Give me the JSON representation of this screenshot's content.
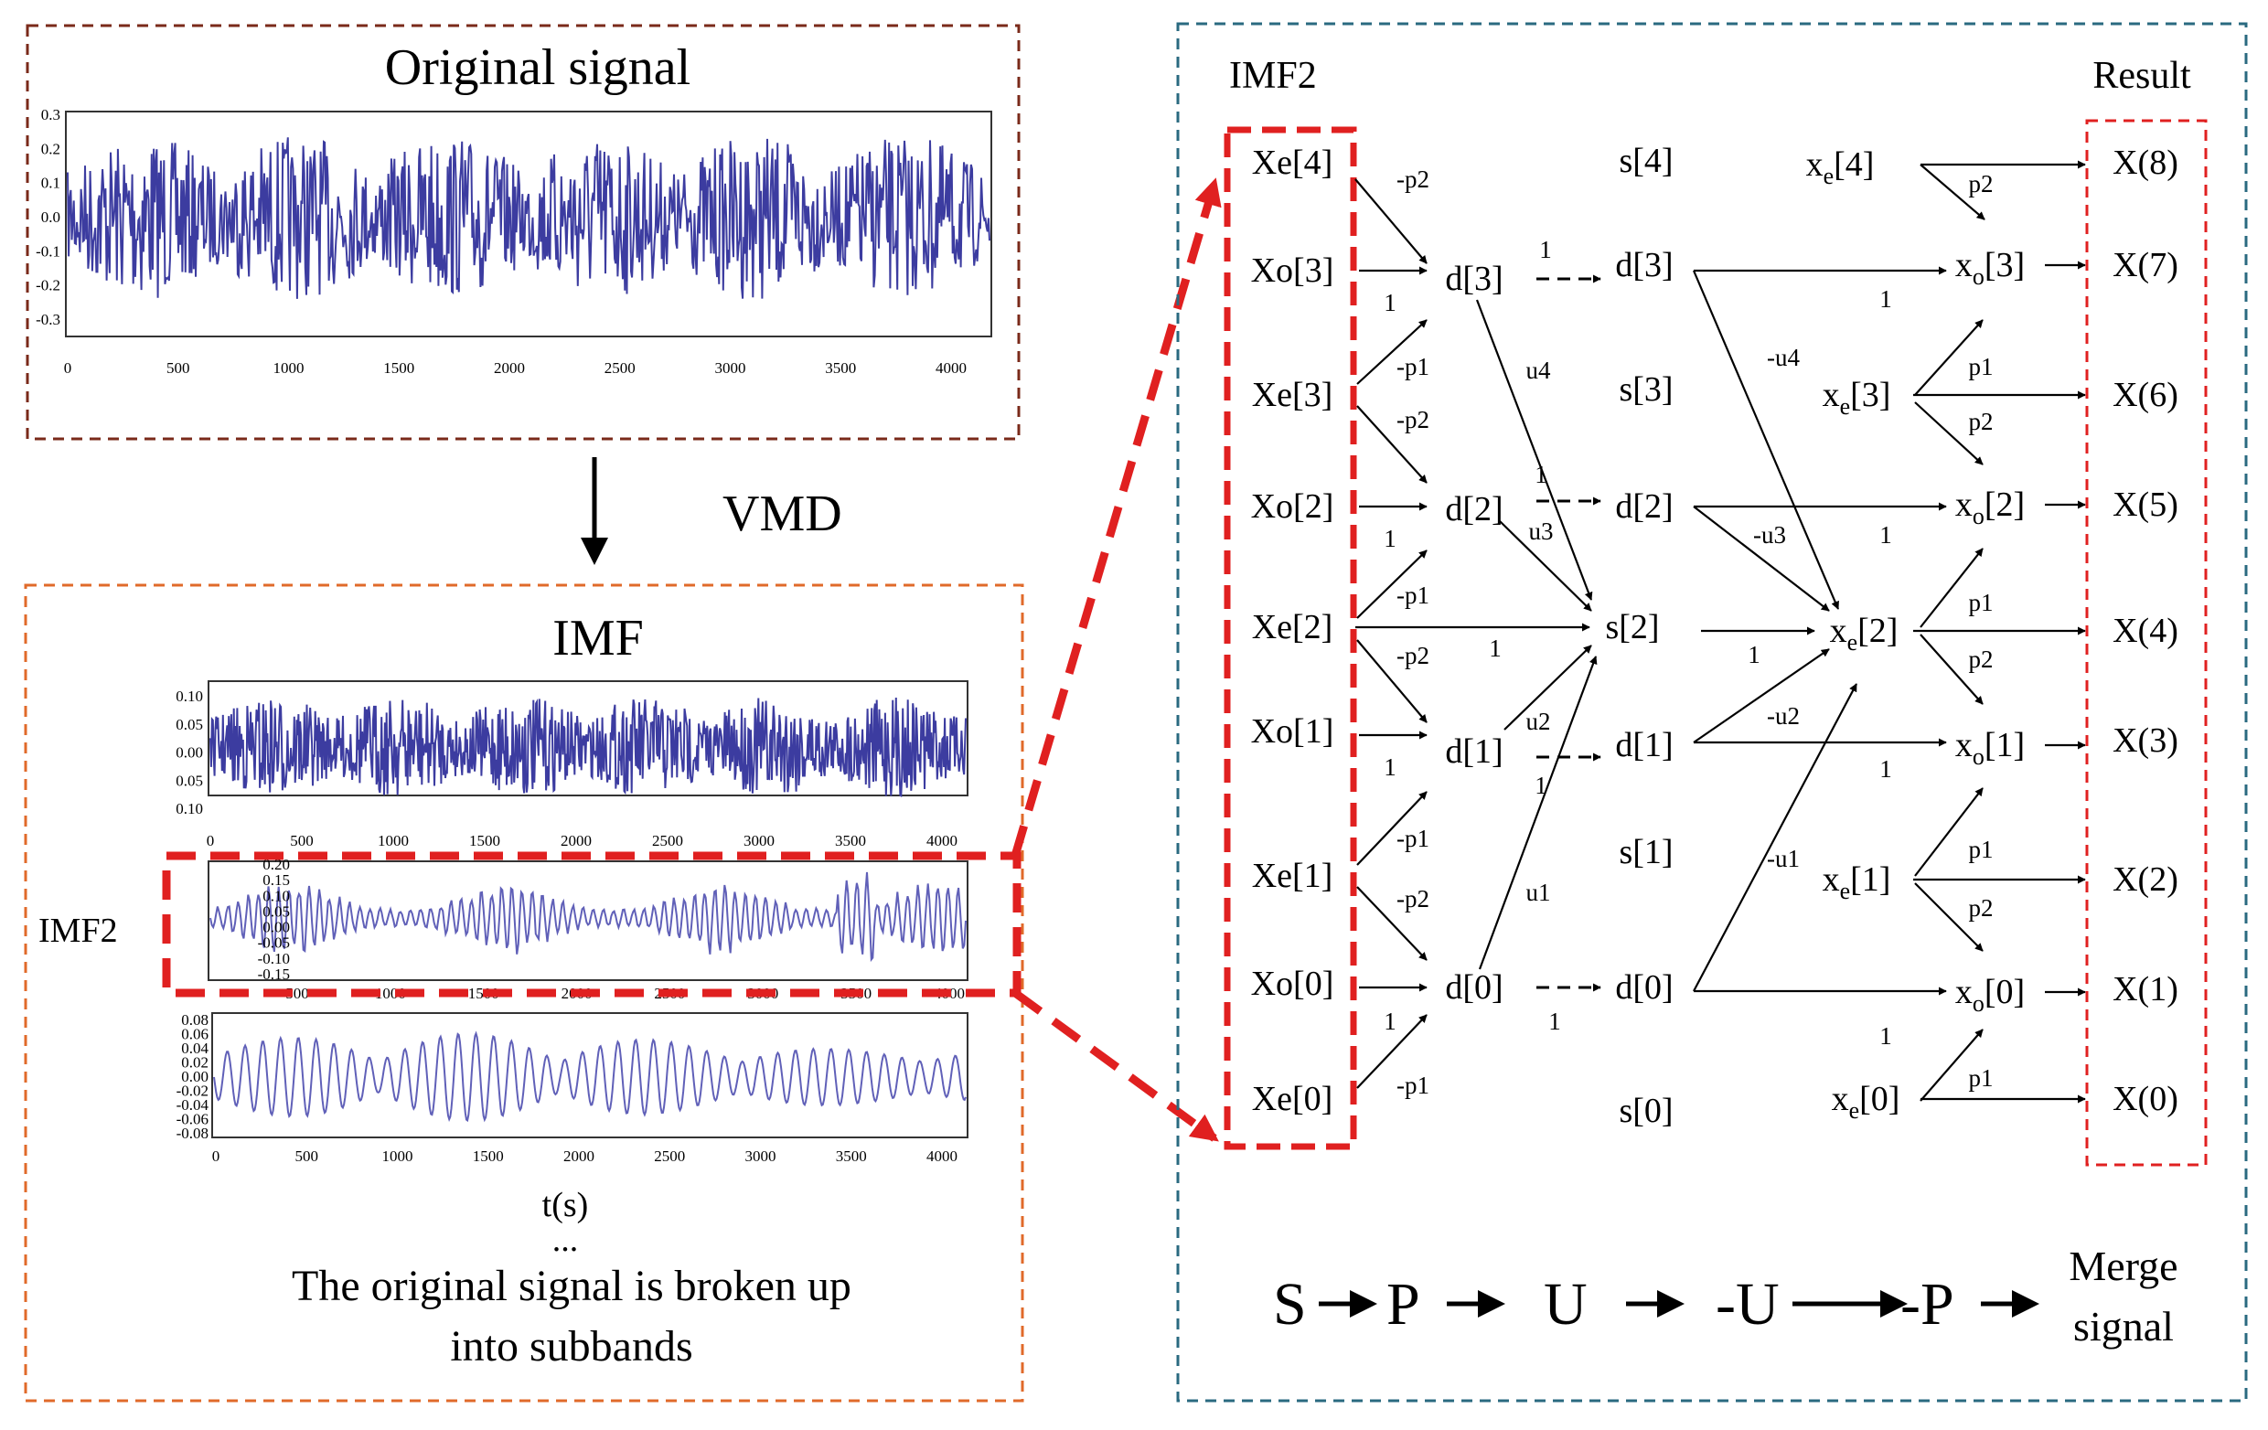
{
  "colors": {
    "box_top_left": "#7a2a1a",
    "box_bottom_left": "#e06a2a",
    "box_right": "#2a6a80",
    "highlight": "#e02020",
    "signal": "#3c3ca0"
  },
  "left": {
    "original_title": "Original signal",
    "vmd_label": "VMD",
    "imf_title": "IMF",
    "imf2_label": "IMF2",
    "time_label": "t(s)",
    "ellipsis": "...",
    "caption_line1": "The original signal is broken up",
    "caption_line2": "into subbands"
  },
  "plots": {
    "original": {
      "x_ticks": [
        "0",
        "500",
        "1000",
        "1500",
        "2000",
        "2500",
        "3000",
        "3500",
        "4000"
      ],
      "y_ticks": [
        "0.3",
        "0.2",
        "0.1",
        "0.0",
        "-0.1",
        "-0.2",
        "-0.3"
      ]
    },
    "imf1": {
      "x_ticks": [
        "0",
        "500",
        "1000",
        "1500",
        "2000",
        "2500",
        "3000",
        "3500",
        "4000"
      ],
      "y_ticks": [
        "0.10",
        "0.05",
        "0.00",
        "0.05",
        "0.10"
      ]
    },
    "imf2": {
      "x_ticks": [
        "500",
        "1000",
        "1500",
        "2000",
        "2500",
        "3000",
        "3500",
        "4000"
      ],
      "y_ticks": [
        "0.20",
        "0.15",
        "0.10",
        "0.05",
        "0.00",
        "-0.05",
        "-0.10",
        "-0.15"
      ]
    },
    "imf3": {
      "x_ticks": [
        "0",
        "500",
        "1000",
        "1500",
        "2000",
        "2500",
        "3000",
        "3500",
        "4000"
      ],
      "y_ticks": [
        "0.08",
        "0.06",
        "0.04",
        "0.02",
        "0.00",
        "-0.02",
        "-0.04",
        "-0.06",
        "-0.08"
      ]
    }
  },
  "right": {
    "imf2_label": "IMF2",
    "result_label": "Result",
    "inputs": [
      "Xe[4]",
      "Xo[3]",
      "Xe[3]",
      "Xo[2]",
      "Xe[2]",
      "Xo[1]",
      "Xe[1]",
      "Xo[0]",
      "Xe[0]"
    ],
    "d_nodes": [
      "d[3]",
      "d[2]",
      "d[1]",
      "d[0]"
    ],
    "s_nodes": [
      "s[4]",
      "s[3]",
      "s[2]",
      "s[1]",
      "s[0]"
    ],
    "d2_nodes": [
      "d[3]",
      "d[2]",
      "d[1]",
      "d[0]"
    ],
    "x_nodes": [
      {
        "base": "x",
        "sub": "e",
        "idx": "[4]"
      },
      {
        "base": "x",
        "sub": "o",
        "idx": "[3]"
      },
      {
        "base": "x",
        "sub": "e",
        "idx": "[3]"
      },
      {
        "base": "x",
        "sub": "o",
        "idx": "[2]"
      },
      {
        "base": "x",
        "sub": "e",
        "idx": "[2]"
      },
      {
        "base": "x",
        "sub": "o",
        "idx": "[1]"
      },
      {
        "base": "x",
        "sub": "e",
        "idx": "[1]"
      },
      {
        "base": "x",
        "sub": "o",
        "idx": "[0]"
      },
      {
        "base": "x",
        "sub": "e",
        "idx": "[0]"
      }
    ],
    "outputs": [
      "X(8)",
      "X(7)",
      "X(6)",
      "X(5)",
      "X(4)",
      "X(3)",
      "X(2)",
      "X(1)",
      "X(0)"
    ],
    "coef": {
      "p1": "-p1",
      "p2": "-p2",
      "one": "1",
      "u1": "u1",
      "u2": "u2",
      "u3": "u3",
      "u4": "u4",
      "mu1": "-u1",
      "mu2": "-u2",
      "mu3": "-u3",
      "mu4": "-u4",
      "pp1": "p1",
      "pp2": "p2"
    },
    "flow": {
      "s": "S",
      "p": "P",
      "u": "U",
      "mu": "-U",
      "mp": "-P",
      "merge1": "Merge",
      "merge2": "signal"
    }
  }
}
